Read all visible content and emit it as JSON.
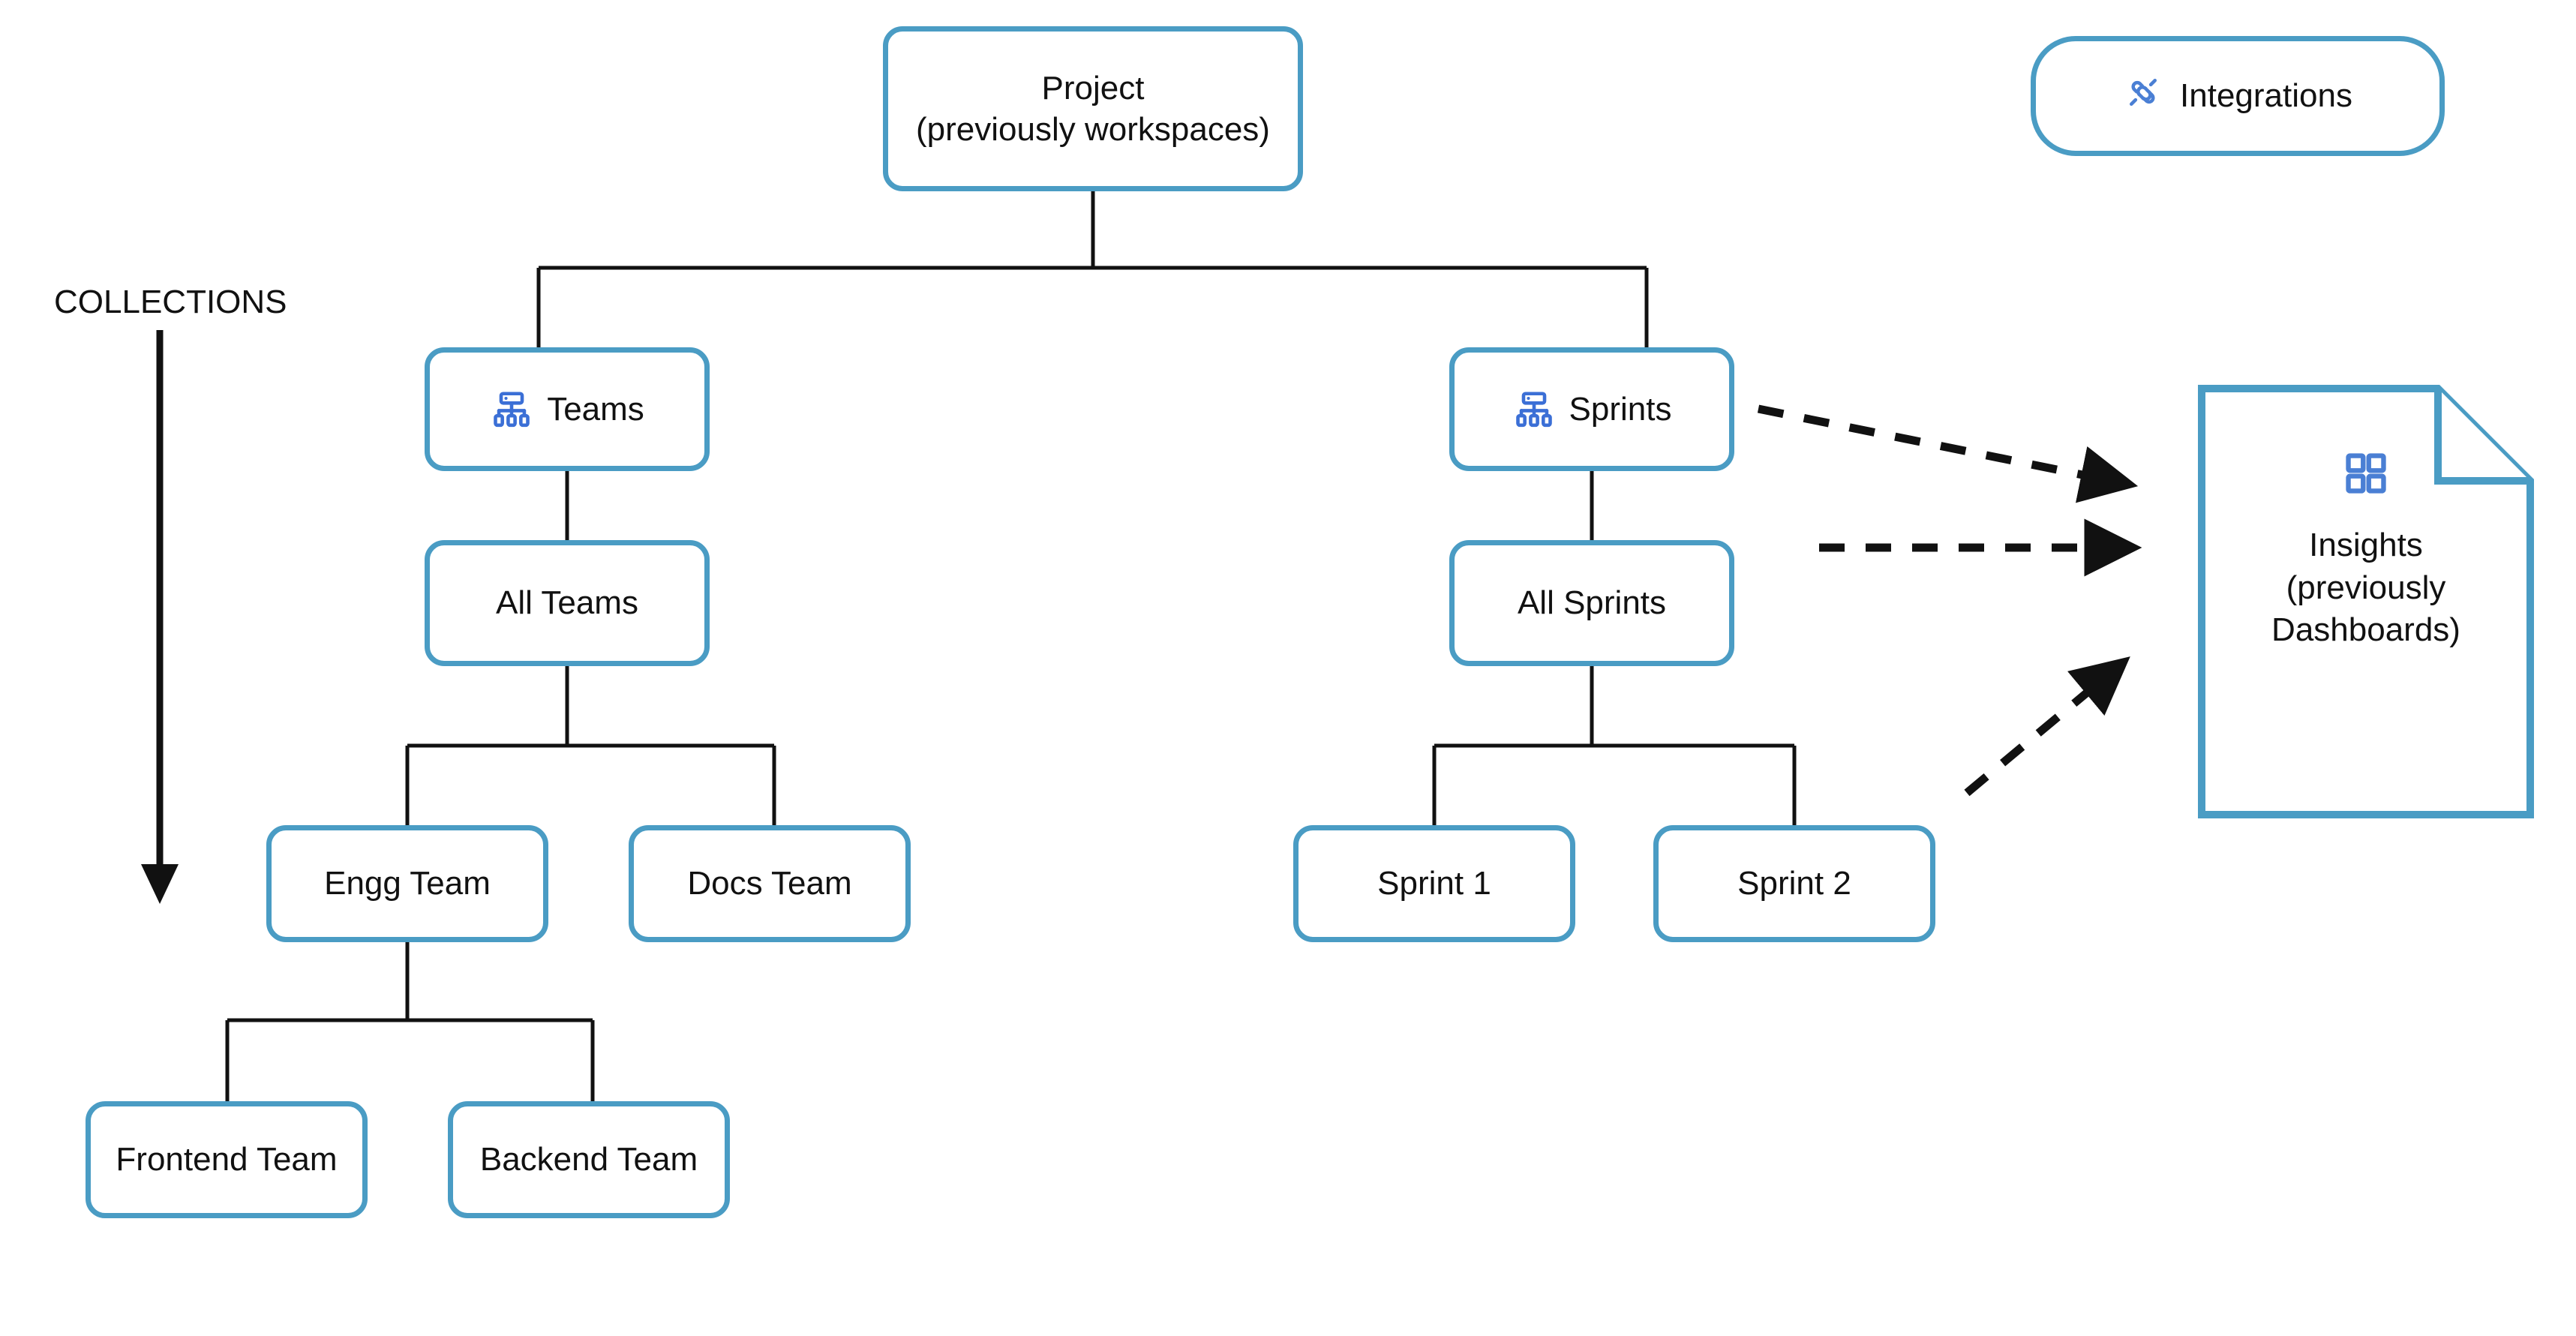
{
  "diagram": {
    "title_text": "COLLECTIONS",
    "accent_color": "#4a9cc4",
    "icon_color": "#4a7fd4",
    "connector_color": "#111111",
    "background_color": "#ffffff"
  },
  "side_label": {
    "text": "COLLECTIONS",
    "arrow_name": "collections-down-arrow"
  },
  "integrations": {
    "label": "Integrations",
    "icon": "plug-connector-icon"
  },
  "nodes": {
    "project": {
      "label": "Project\n(previously workspaces)"
    },
    "teams": {
      "label": "Teams",
      "icon": "hierarchy-icon"
    },
    "sprints": {
      "label": "Sprints",
      "icon": "hierarchy-icon"
    },
    "all_teams": {
      "label": "All Teams"
    },
    "all_sprints": {
      "label": "All Sprints"
    },
    "engg_team": {
      "label": "Engg Team"
    },
    "docs_team": {
      "label": "Docs Team"
    },
    "sprint_1": {
      "label": "Sprint 1"
    },
    "sprint_2": {
      "label": "Sprint 2"
    },
    "frontend_team": {
      "label": "Frontend Team"
    },
    "backend_team": {
      "label": "Backend Team"
    }
  },
  "insights": {
    "label": "Insights\n(previously\nDashboards)",
    "icon": "grid-dashboard-icon"
  },
  "arrows": {
    "from_sprints": "dashed-arrow-sprints-to-insights",
    "from_all_sprints": "dashed-arrow-all-sprints-to-insights",
    "from_below": "dashed-arrow-lower-to-insights"
  }
}
